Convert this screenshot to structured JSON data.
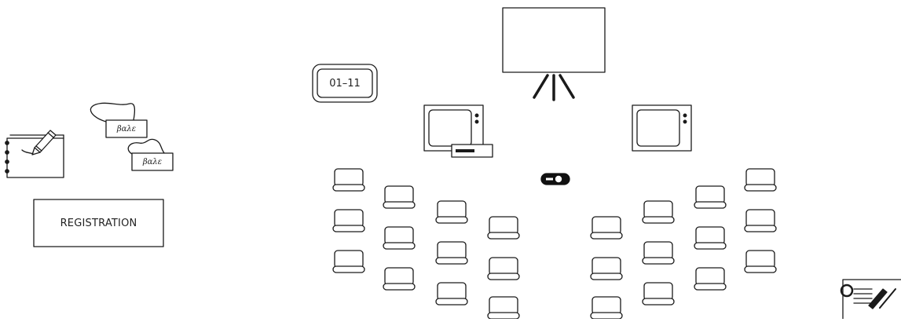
{
  "registration": {
    "label": "REGISTRATION"
  },
  "clock": {
    "label": "01–11"
  },
  "name_tags": [
    {
      "text": "βαλε"
    },
    {
      "text": "βαλε"
    }
  ],
  "colors": {
    "stroke": "#1a1a1a",
    "background": "#ffffff",
    "projector": "#111111"
  },
  "icons": [
    "notepad-pencil-icon",
    "name-tag-icon",
    "flip-chart-icon",
    "tv-monitor-icon",
    "projector-icon",
    "chair-icon",
    "note-card-icon"
  ]
}
